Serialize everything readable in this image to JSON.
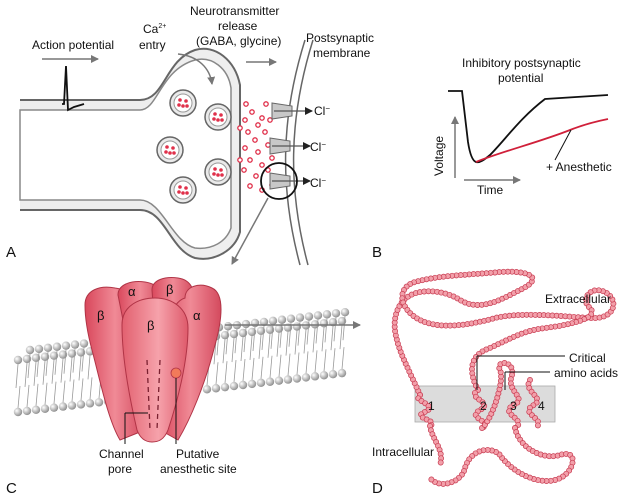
{
  "panel_a": {
    "letter": "A",
    "action_potential": "Action potential",
    "ca_entry_line1": "Ca",
    "ca_superscript": "2+",
    "ca_entry_line2": "entry",
    "nt_release_line1": "Neurotransmitter",
    "nt_release_line2": "release",
    "nt_release_line3": "(GABA, glycine)",
    "postsynaptic_line1": "Postsynaptic",
    "postsynaptic_line2": "membrane",
    "cl_label": "Cl",
    "cl_superscript": "−"
  },
  "panel_b": {
    "letter": "B",
    "title_line1": "Inhibitory postsynaptic",
    "title_line2": "potential",
    "ylabel": "Voltage",
    "xlabel": "Time",
    "anesthetic_label": "+ Anesthetic"
  },
  "panel_c": {
    "letter": "C",
    "alpha": "α",
    "beta": "β",
    "channel_pore_line1": "Channel",
    "channel_pore_line2": "pore",
    "anesthetic_site_line1": "Putative",
    "anesthetic_site_line2": "anesthetic site"
  },
  "panel_d": {
    "letter": "D",
    "extracellular": "Extracellular",
    "intracellular": "Intracellular",
    "critical_line1": "Critical",
    "critical_line2": "amino acids",
    "tm1": "1",
    "tm2": "2",
    "tm3": "3",
    "tm4": "4"
  },
  "colors": {
    "vesicle_dot": "#e0304a",
    "terminal_fill": "#eaeaea",
    "terminal_stroke": "#666666",
    "receptor_pink": "#e8707e",
    "bead_pink": "#f2a0aa",
    "trace_control": "#111111",
    "trace_anesthetic": "#d0203a",
    "membrane_gray": "#dcdcdc"
  }
}
